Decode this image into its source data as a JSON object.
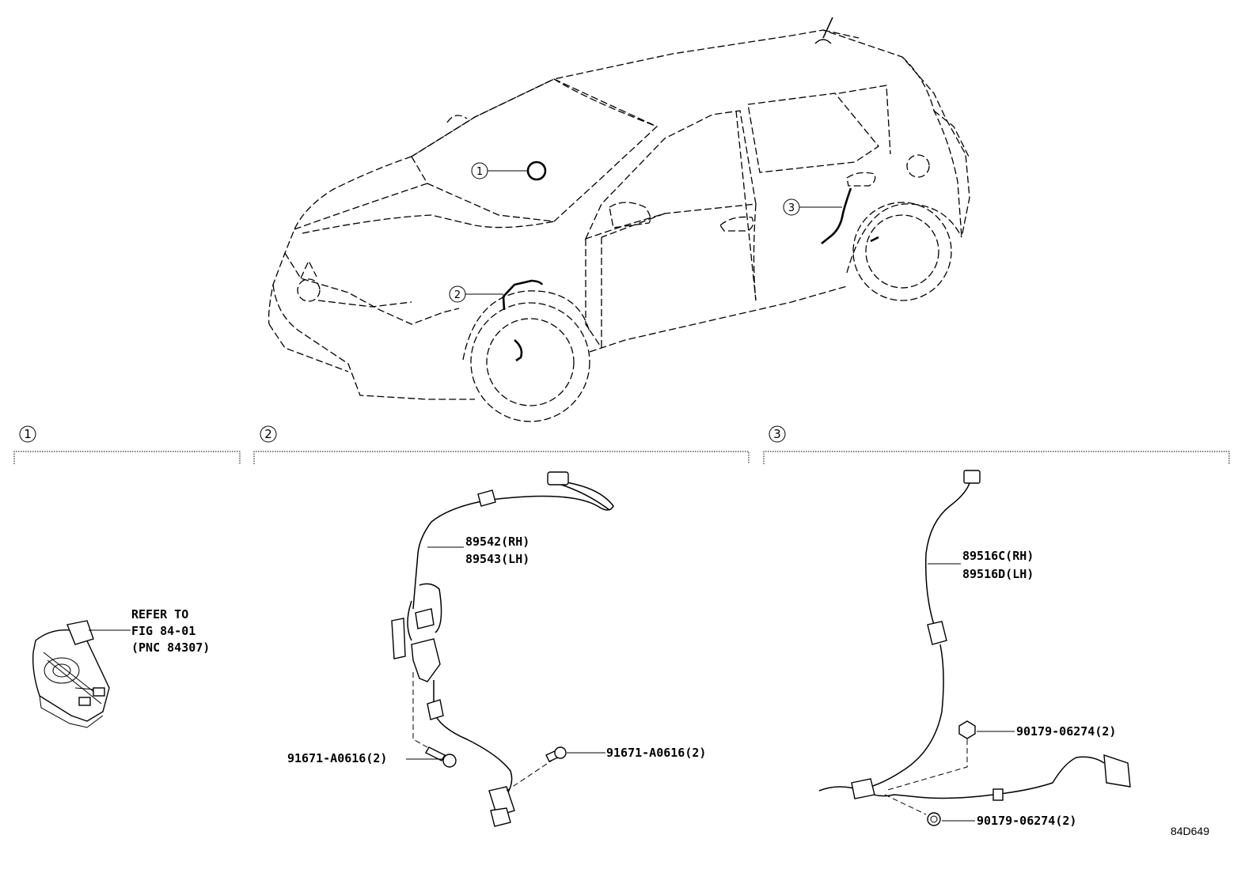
{
  "diagram": {
    "callouts": {
      "c1": "1",
      "c2": "2",
      "c3": "3"
    },
    "sections": {
      "s1": "1",
      "s2": "2",
      "s3": "3"
    },
    "section1": {
      "refer_line1": "REFER TO",
      "refer_line2": "FIG 84-01",
      "refer_line3": "(PNC 84307)"
    },
    "section2": {
      "part_rh": "89542(RH)",
      "part_lh": "89543(LH)",
      "bolt_left": "91671-A0616(2)",
      "bolt_right": "91671-A0616(2)"
    },
    "section3": {
      "part_rh": "89516C(RH)",
      "part_lh": "89516D(LH)",
      "nut_upper": "90179-06274(2)",
      "nut_lower": "90179-06274(2)"
    },
    "figure_code": "84D649"
  }
}
